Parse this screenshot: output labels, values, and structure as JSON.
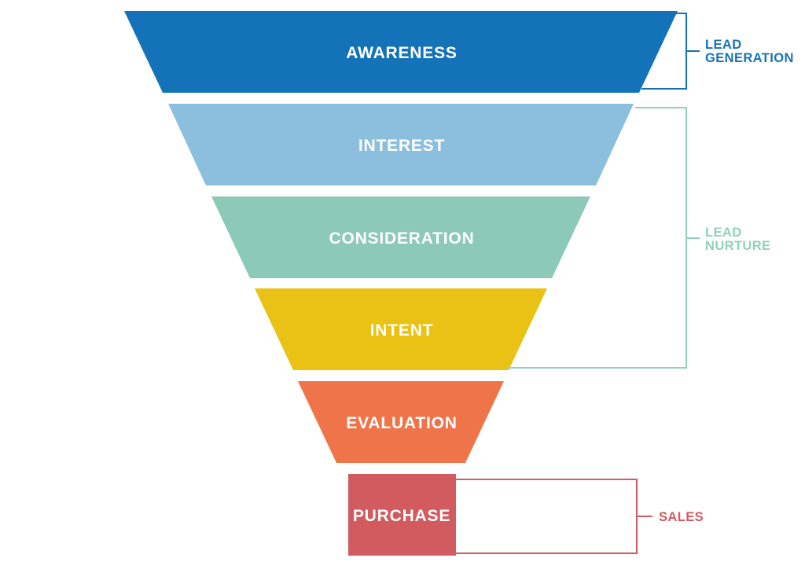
{
  "diagram": {
    "background_color": "#ffffff",
    "stage_text_color": "#ffffff",
    "stages": [
      {
        "label": "AWARENESS",
        "color": "#1473b8"
      },
      {
        "label": "INTEREST",
        "color": "#8cbfdd"
      },
      {
        "label": "CONSIDERATION",
        "color": "#8cc9b6"
      },
      {
        "label": "INTENT",
        "color": "#eac115"
      },
      {
        "label": "EVALUATION",
        "color": "#ef7449"
      },
      {
        "label": "PURCHASE",
        "color": "#d15b5f"
      }
    ],
    "brackets": [
      {
        "name": "lead-generation",
        "lines": [
          "LEAD",
          "GENERATION"
        ],
        "color": "#1473b8"
      },
      {
        "name": "lead-nurture",
        "lines": [
          "LEAD",
          "NURTURE"
        ],
        "color": "#8fd2bc"
      },
      {
        "name": "sales",
        "lines": [
          "SALES"
        ],
        "color": "#d15b5f"
      }
    ]
  }
}
